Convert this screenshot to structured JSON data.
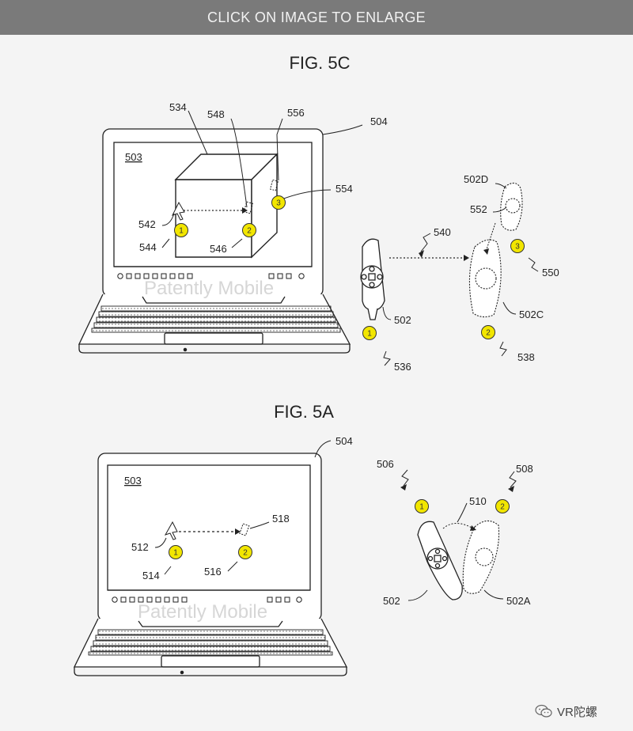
{
  "banner": {
    "label": "CLICK ON IMAGE TO ENLARGE"
  },
  "fig_top": {
    "title": "FIG. 5C",
    "screen_label": "503",
    "watermark": "Patently Mobile",
    "refs": {
      "r534": "534",
      "r548": "548",
      "r556": "556",
      "r504": "504",
      "r554": "554",
      "r542": "542",
      "r544": "544",
      "r546": "546",
      "r540": "540",
      "r502": "502",
      "r536": "536",
      "r502D": "502D",
      "r552": "552",
      "r550": "550",
      "r502C": "502C",
      "r538": "538"
    },
    "badges": {
      "b1": "1",
      "b2": "2",
      "b3": "3",
      "b4": "1",
      "b5": "2",
      "b6": "3"
    }
  },
  "fig_bottom": {
    "title": "FIG. 5A",
    "screen_label": "503",
    "watermark": "Patently Mobile",
    "refs": {
      "r504": "504",
      "r506": "506",
      "r508": "508",
      "r510": "510",
      "r518": "518",
      "r512": "512",
      "r514": "514",
      "r516": "516",
      "r502": "502",
      "r502A": "502A"
    },
    "badges": {
      "b1": "1",
      "b2": "2",
      "b3": "1",
      "b4": "2"
    }
  },
  "footer": {
    "wechat_label": "VR陀螺"
  },
  "colors": {
    "badge_fill": "#f2e600",
    "line": "#222222",
    "banner": "#7a7a7a"
  }
}
